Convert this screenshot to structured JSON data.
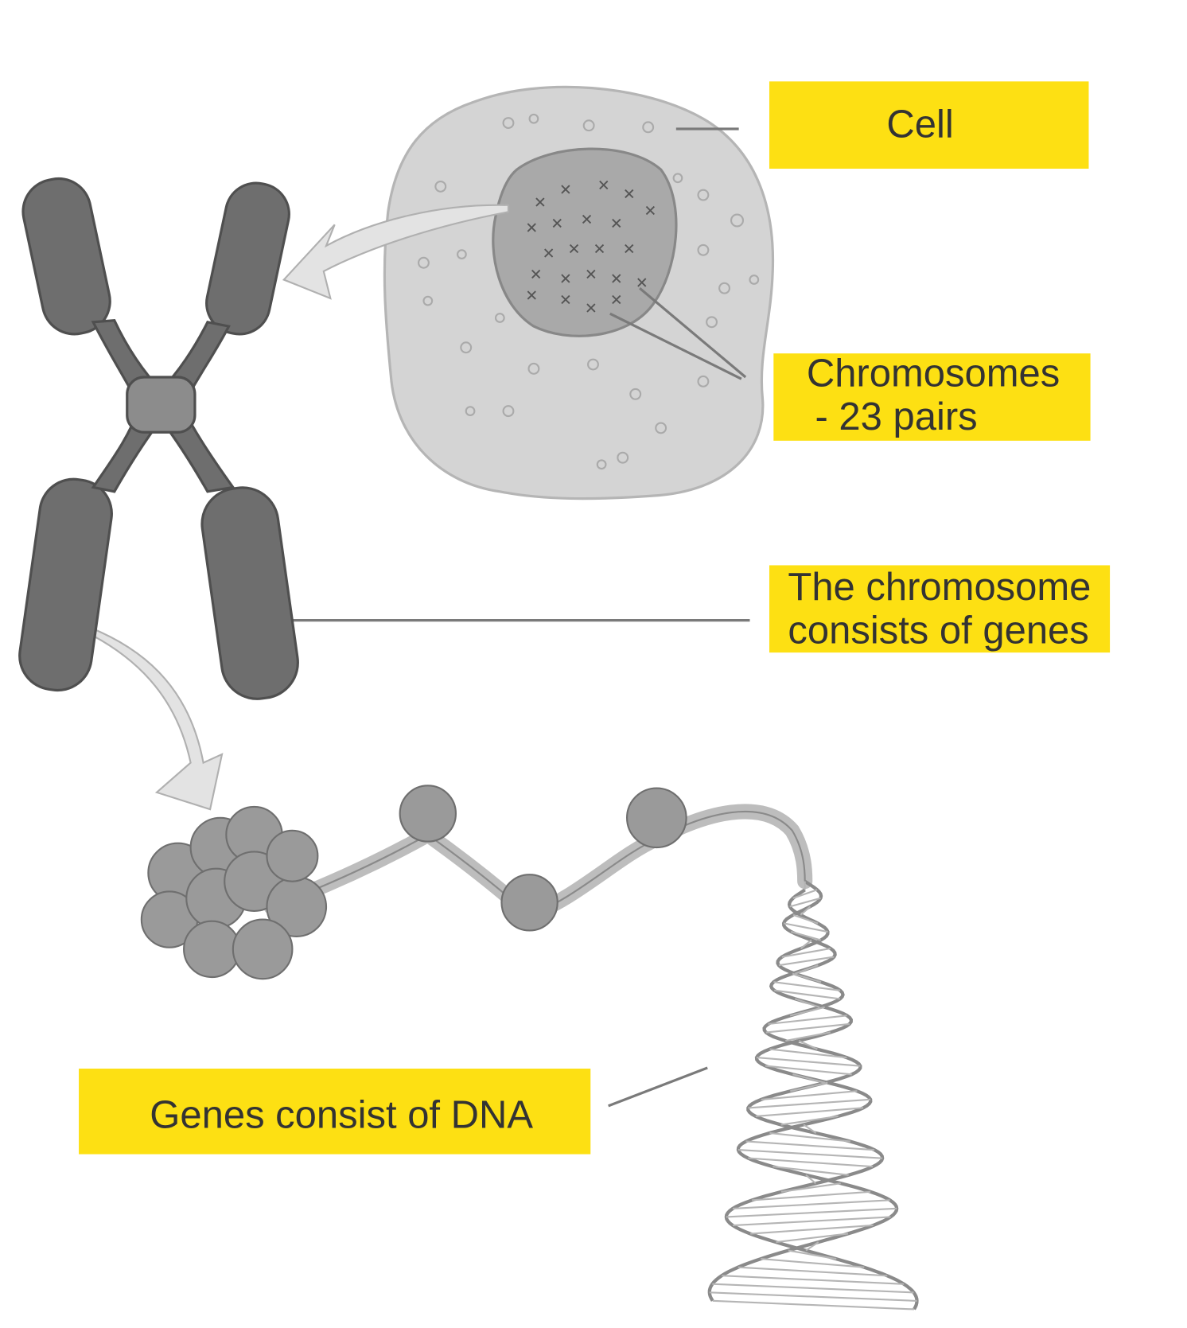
{
  "labels": {
    "cell": "Cell",
    "chromosomes_line1": "Chromosomes",
    "chromosomes_line2": "- 23 pairs",
    "chromosome_genes_line1": "The chromosome",
    "chromosome_genes_line2": "consists of genes",
    "genes_dna": "Genes consist of DNA"
  },
  "colors": {
    "label_bg": "#FDE013",
    "label_text": "#333333",
    "illustration_gray": "#8a8a8a"
  }
}
